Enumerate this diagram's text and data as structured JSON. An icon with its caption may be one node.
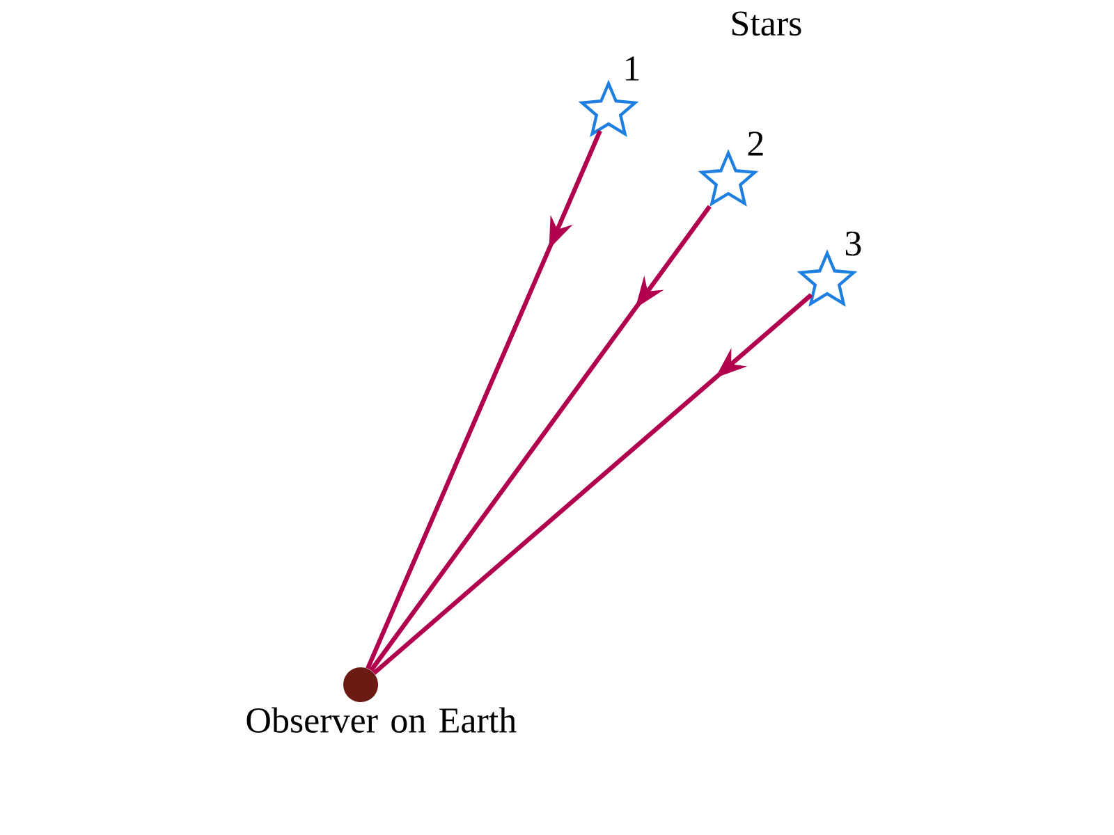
{
  "diagram": {
    "nodes": [
      {
        "text": [],
        "shape": "star",
        "beside": [
          "1"
        ]
      },
      {
        "text": [],
        "shape": "star",
        "beside": [
          "2"
        ]
      },
      {
        "text": [],
        "shape": "star",
        "beside": [
          "3"
        ]
      },
      {
        "text": [],
        "shape": "circle",
        "beside": [
          "Observer on Earth"
        ]
      }
    ],
    "edges": [
      {
        "from": 0,
        "to": 3,
        "arrow": "to"
      },
      {
        "from": 1,
        "to": 3,
        "arrow": "to"
      },
      {
        "from": 2,
        "to": 3,
        "arrow": "to"
      }
    ],
    "labels": [
      "Stars"
    ]
  }
}
